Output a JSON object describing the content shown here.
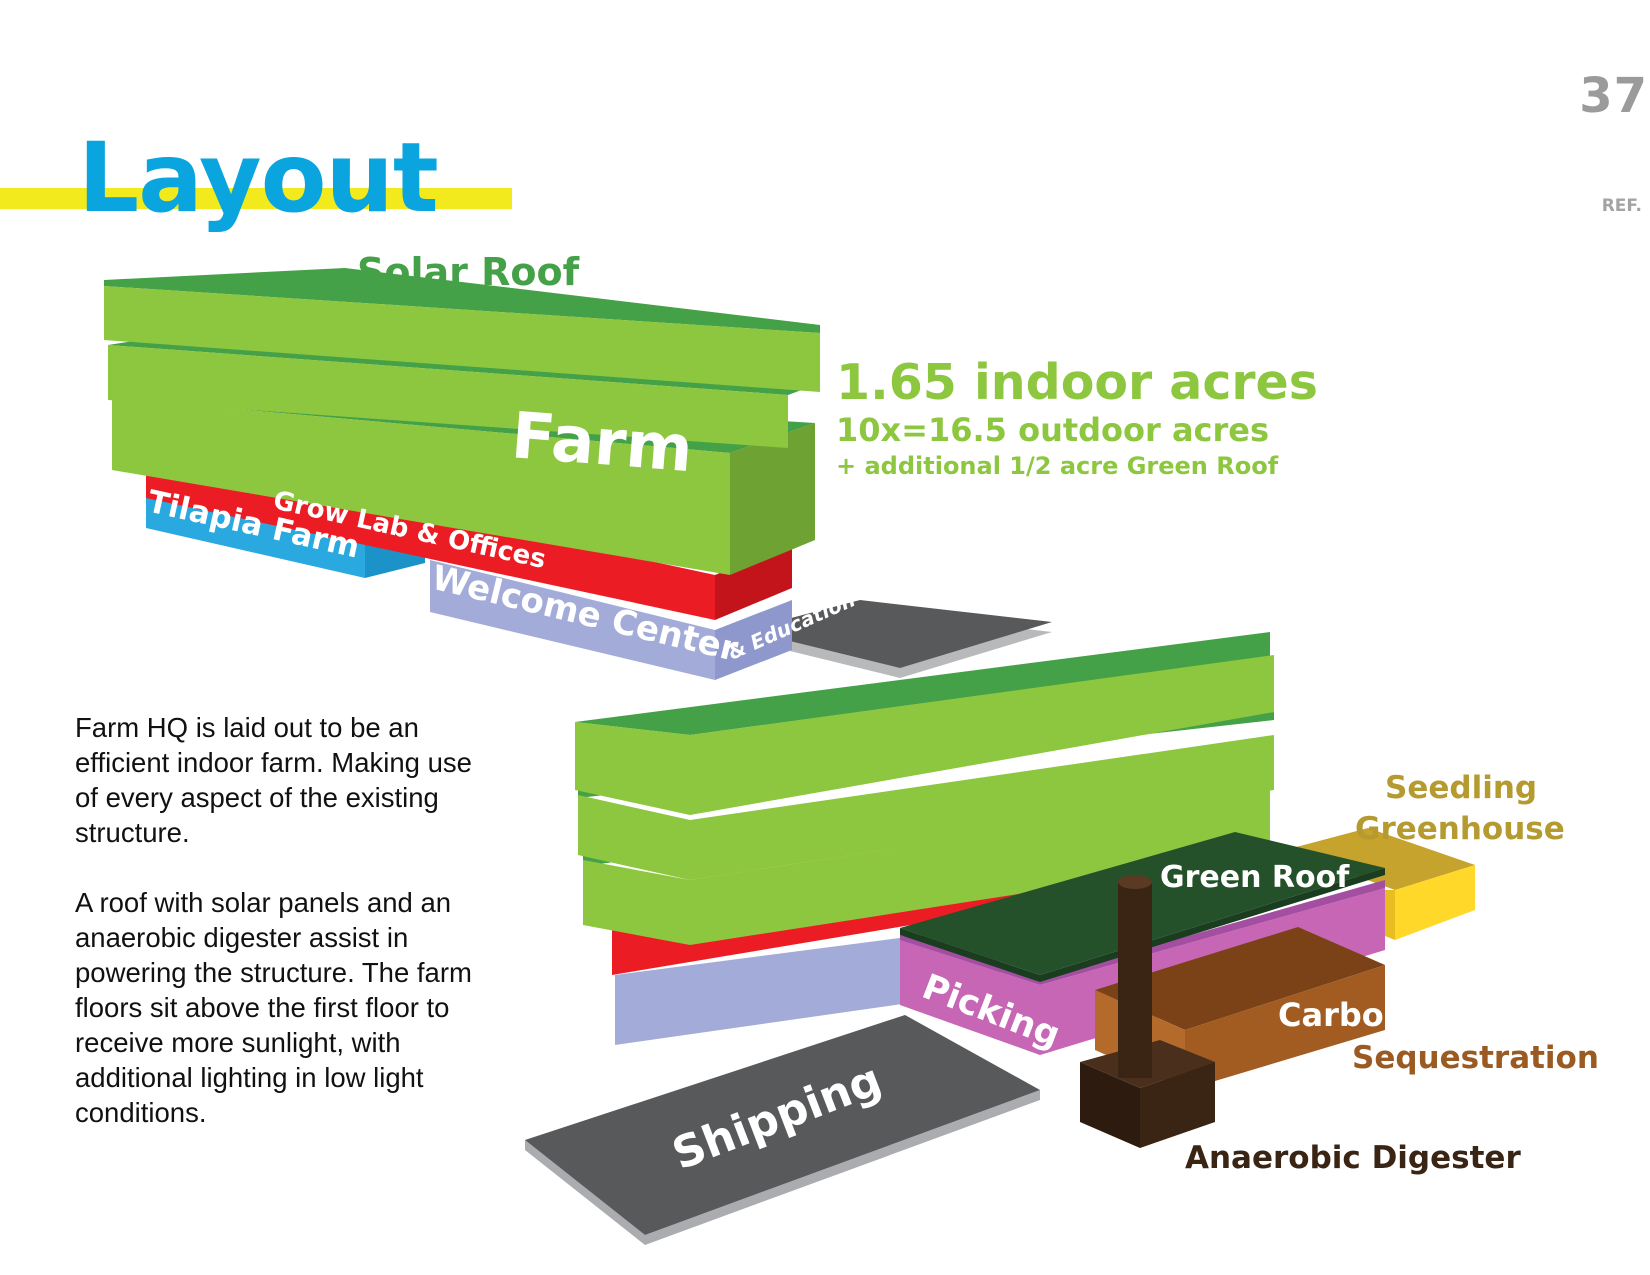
{
  "page": {
    "number": "37",
    "ref": "REF."
  },
  "title": "Layout",
  "stats": {
    "indoor": "1.65 indoor acres",
    "outdoor": "10x=16.5 outdoor acres",
    "green_roof": "+ additional 1/2 acre Green Roof"
  },
  "description": [
    "Farm HQ is laid out to be  an efficient indoor farm. Making use of every aspect of the existing structure.",
    "A roof with solar panels and an anaerobic digester assist in powering the structure. The farm floors sit above the first floor to receive more sunlight, with additional lighting in low light conditions."
  ],
  "labels": {
    "solar_roof": "Solar Roof",
    "farm": "Farm",
    "grow_lab": "Grow Lab & Offices",
    "tilapia_farm": "Tilapia Farm",
    "welcome_center": "Welcome Center",
    "education": "& Education",
    "seedling_1": "Seedling",
    "seedling_2": "Greenhouse",
    "green_roof": "Green Roof",
    "picking": "Picking",
    "carbon": "Carbon",
    "sequestration": "Sequestration",
    "shipping": "Shipping",
    "anaerobic_digester": "Anaerobic Digester"
  },
  "colors": {
    "farm_top": "#45a147",
    "farm_side": "#8dc63f",
    "grow_lab": "#ec1c24",
    "tilapia": "#29a9e0",
    "welcome": "#a3acd8",
    "shipping": "#58595b",
    "green_roof": "#25512a",
    "picking": "#c766b4",
    "seedling": "#ffd82a",
    "seedling_top": "#c6a32c",
    "carbon": "#a25c21",
    "digester": "#3a2414",
    "label_gold": "#b59a30",
    "label_brown": "#9a5a22",
    "label_dark": "#3a2414"
  }
}
